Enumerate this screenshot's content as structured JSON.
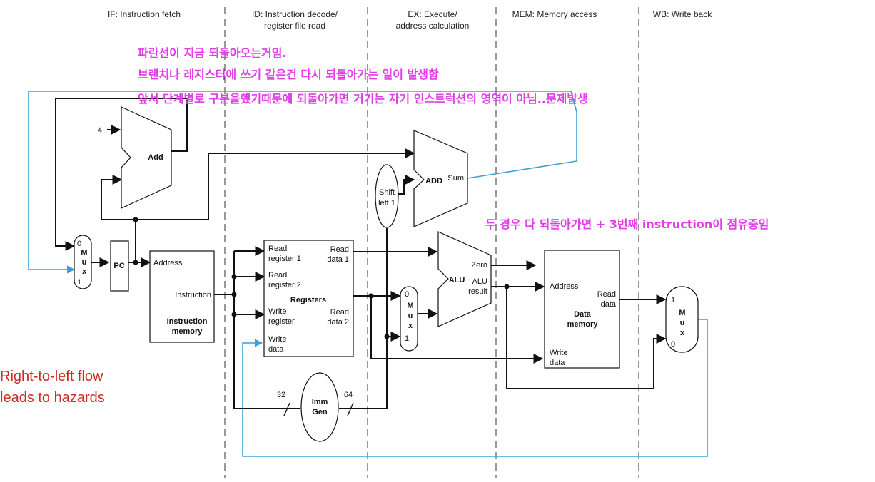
{
  "stages": [
    {
      "line1": "IF: Instruction fetch",
      "line2": ""
    },
    {
      "line1": "ID: Instruction decode/",
      "line2": "register file read"
    },
    {
      "line1": "EX: Execute/",
      "line2": "address calculation"
    },
    {
      "line1": "MEM: Memory access",
      "line2": ""
    },
    {
      "line1": "WB: Write back",
      "line2": ""
    }
  ],
  "notes": {
    "line1": "파란선이 지금 되돌아오는거임.",
    "line2": "브랜치나 레지스터에 쓰기 같은건 다시 되돌아가는 일이 발생함",
    "line3": "앞서 단계별로 구분을했기때문에 되돌아가면 거기는 자기 인스트럭션의 영역이 아님..문제발생",
    "line4": "두 경우 다 되돌아가면 + 3번째 instruction이 점유중임"
  },
  "hazard": {
    "line1": "Right-to-left flow",
    "line2": "leads to hazards"
  },
  "components": {
    "four": "4",
    "add": "Add",
    "pc": "PC",
    "mux_labels": [
      "M",
      "u",
      "x"
    ],
    "mux1_top": "0",
    "mux1_bottom": "1",
    "mux2_top": "0",
    "mux2_bottom": "1",
    "mux3_top": "1",
    "mux3_bottom": "0",
    "imem": {
      "address": "Address",
      "instruction": "Instruction",
      "title1": "Instruction",
      "title2": "memory"
    },
    "regs": {
      "read_reg1a": "Read",
      "read_reg1b": "register 1",
      "read_reg2a": "Read",
      "read_reg2b": "register 2",
      "write_rega": "Write",
      "write_regb": "register",
      "write_dataa": "Write",
      "write_datab": "data",
      "title": "Registers",
      "read_data1a": "Read",
      "read_data1b": "data 1",
      "read_data2a": "Read",
      "read_data2b": "data 2"
    },
    "shift": {
      "line1": "Shift",
      "line2": "left 1"
    },
    "add2": {
      "name": "ADD",
      "sum": "Sum"
    },
    "alu": {
      "name": "ALU",
      "zero": "Zero",
      "result1": "ALU",
      "result2": "result"
    },
    "dmem": {
      "address": "Address",
      "read1": "Read",
      "read2": "data",
      "title1": "Data",
      "title2": "memory",
      "write1": "Write",
      "write2": "data"
    },
    "immgen": {
      "line1": "Imm",
      "line2": "Gen",
      "in": "32",
      "out": "64"
    }
  },
  "colors": {
    "note": "#e23ce8",
    "hazard": "#cc2a22",
    "feedback": "#3b9fd6"
  }
}
